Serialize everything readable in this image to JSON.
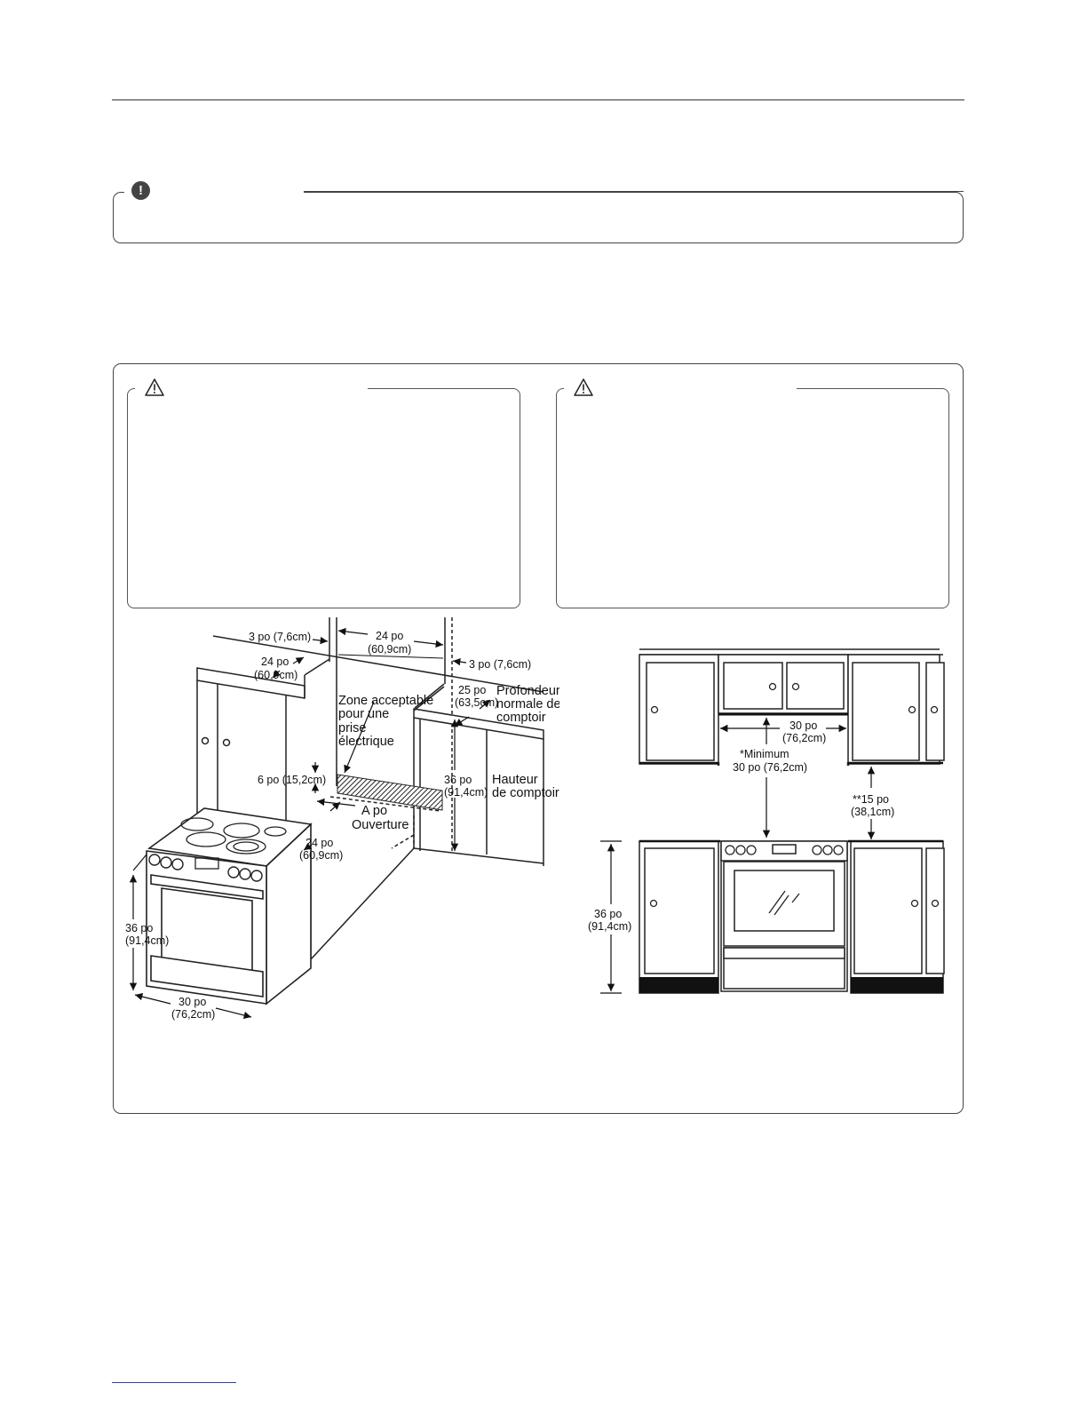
{
  "note": {
    "icon": "exclamation-icon"
  },
  "warnings": [
    {
      "icon": "warning-triangle-icon"
    },
    {
      "icon": "warning-triangle-icon"
    }
  ],
  "diagram_left": {
    "dim_3po_left": "3 po (7,6cm)",
    "dim_24po_top_a": "24 po",
    "dim_24po_top_b": "(60,9cm)",
    "dim_3po_right": "3 po (7,6cm)",
    "dim_24po_wall_a": "24 po",
    "dim_24po_wall_b": "(60,9cm)",
    "dim_25po_a": "25 po",
    "dim_25po_b": "(63,5cm)",
    "profondeur_1": "Profondeur",
    "profondeur_2": "normale de",
    "profondeur_3": "comptoir",
    "zone_1": "Zone acceptable",
    "zone_2": "pour une",
    "zone_3": "prise",
    "zone_4": "électrique",
    "dim_6po": "6 po (15,2cm)",
    "dim_36po_counter_a": "36 po",
    "dim_36po_counter_b": "(91,4cm)",
    "hauteur_1": "Hauteur",
    "hauteur_2": "de comptoir",
    "apo": "A po",
    "ouverture": "Ouverture",
    "dim_24po_range_a": "24 po",
    "dim_24po_range_b": "(60,9cm)",
    "dim_36po_range_a": "36 po",
    "dim_36po_range_b": "(91,4cm)",
    "dim_30po_a": "30 po",
    "dim_30po_b": "(76,2cm)"
  },
  "diagram_right": {
    "dim_30po_a": "30 po",
    "dim_30po_b": "(76,2cm)",
    "minimum_1": "*Minimum",
    "minimum_2": "30 po (76,2cm)",
    "dim_15po_a": "**15 po",
    "dim_15po_b": "(38,1cm)",
    "dim_36po_a": "36 po",
    "dim_36po_b": "(91,4cm)"
  }
}
